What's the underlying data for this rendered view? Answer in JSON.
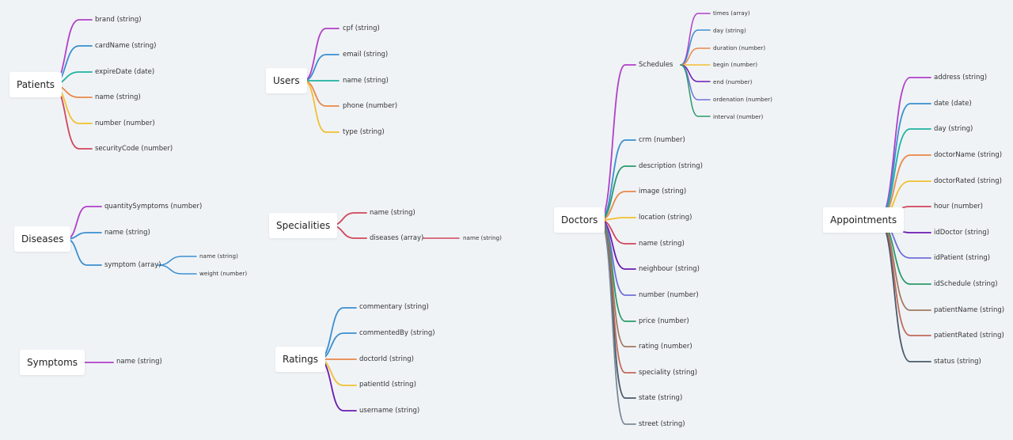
{
  "colors": {
    "magenta": "#b040c8",
    "blue": "#3a8fd0",
    "teal": "#20b2a0",
    "orange": "#e8884a",
    "yellow": "#f0c030",
    "red": "#d0465a",
    "purple": "#6a1bb0",
    "violet": "#7070d8",
    "green": "#2a9a6a",
    "brown": "#a07a62",
    "coral": "#c06a5a",
    "slate": "#4a5a6a",
    "grey": "#7a8a96"
  },
  "patients": {
    "title": "Patients",
    "fields": [
      "brand (string)",
      "cardName (string)",
      "expireDate (date)",
      "name (string)",
      "number (number)",
      "securityCode (number)"
    ]
  },
  "users": {
    "title": "Users",
    "fields": [
      "cpf (string)",
      "email (string)",
      "name (string)",
      "phone (number)",
      "type (string)"
    ]
  },
  "diseases": {
    "title": "Diseases",
    "fields": [
      "quantitySymptoms (number)",
      "name (string)",
      "symptom (array)"
    ],
    "symptom_fields": [
      "name (string)",
      "weight (number)"
    ]
  },
  "specialities": {
    "title": "Specialities",
    "fields": [
      "name (string)",
      "diseases (array)"
    ],
    "diseases_fields": [
      "name (string)"
    ]
  },
  "symptoms": {
    "title": "Symptoms",
    "fields": [
      "name (string)"
    ]
  },
  "ratings": {
    "title": "Ratings",
    "fields": [
      "commentary (string)",
      "commentedBy (string)",
      "doctorId (string)",
      "patientId (string)",
      "username (string)"
    ]
  },
  "doctors": {
    "title": "Doctors",
    "fields": [
      "Schedules",
      "crm (number)",
      "description (string)",
      "image (string)",
      "location (string)",
      "name (string)",
      "neighbour (string)",
      "number (number)",
      "price (number)",
      "rating (number)",
      "speciality (string)",
      "state (string)",
      "street (string)"
    ],
    "schedule_fields": [
      "times (array)",
      "day (string)",
      "duration (number)",
      "begin (number)",
      "end (number)",
      "ordenation (number)",
      "interval (number)"
    ]
  },
  "appointments": {
    "title": "Appointments",
    "fields": [
      "address (string)",
      "date (date)",
      "day (string)",
      "doctorName (string)",
      "doctorRated (string)",
      "hour (number)",
      "idDoctor (string)",
      "idPatient (string)",
      "idSchedule (string)",
      "patientName (string)",
      "patientRated (string)",
      "status (string)"
    ]
  }
}
